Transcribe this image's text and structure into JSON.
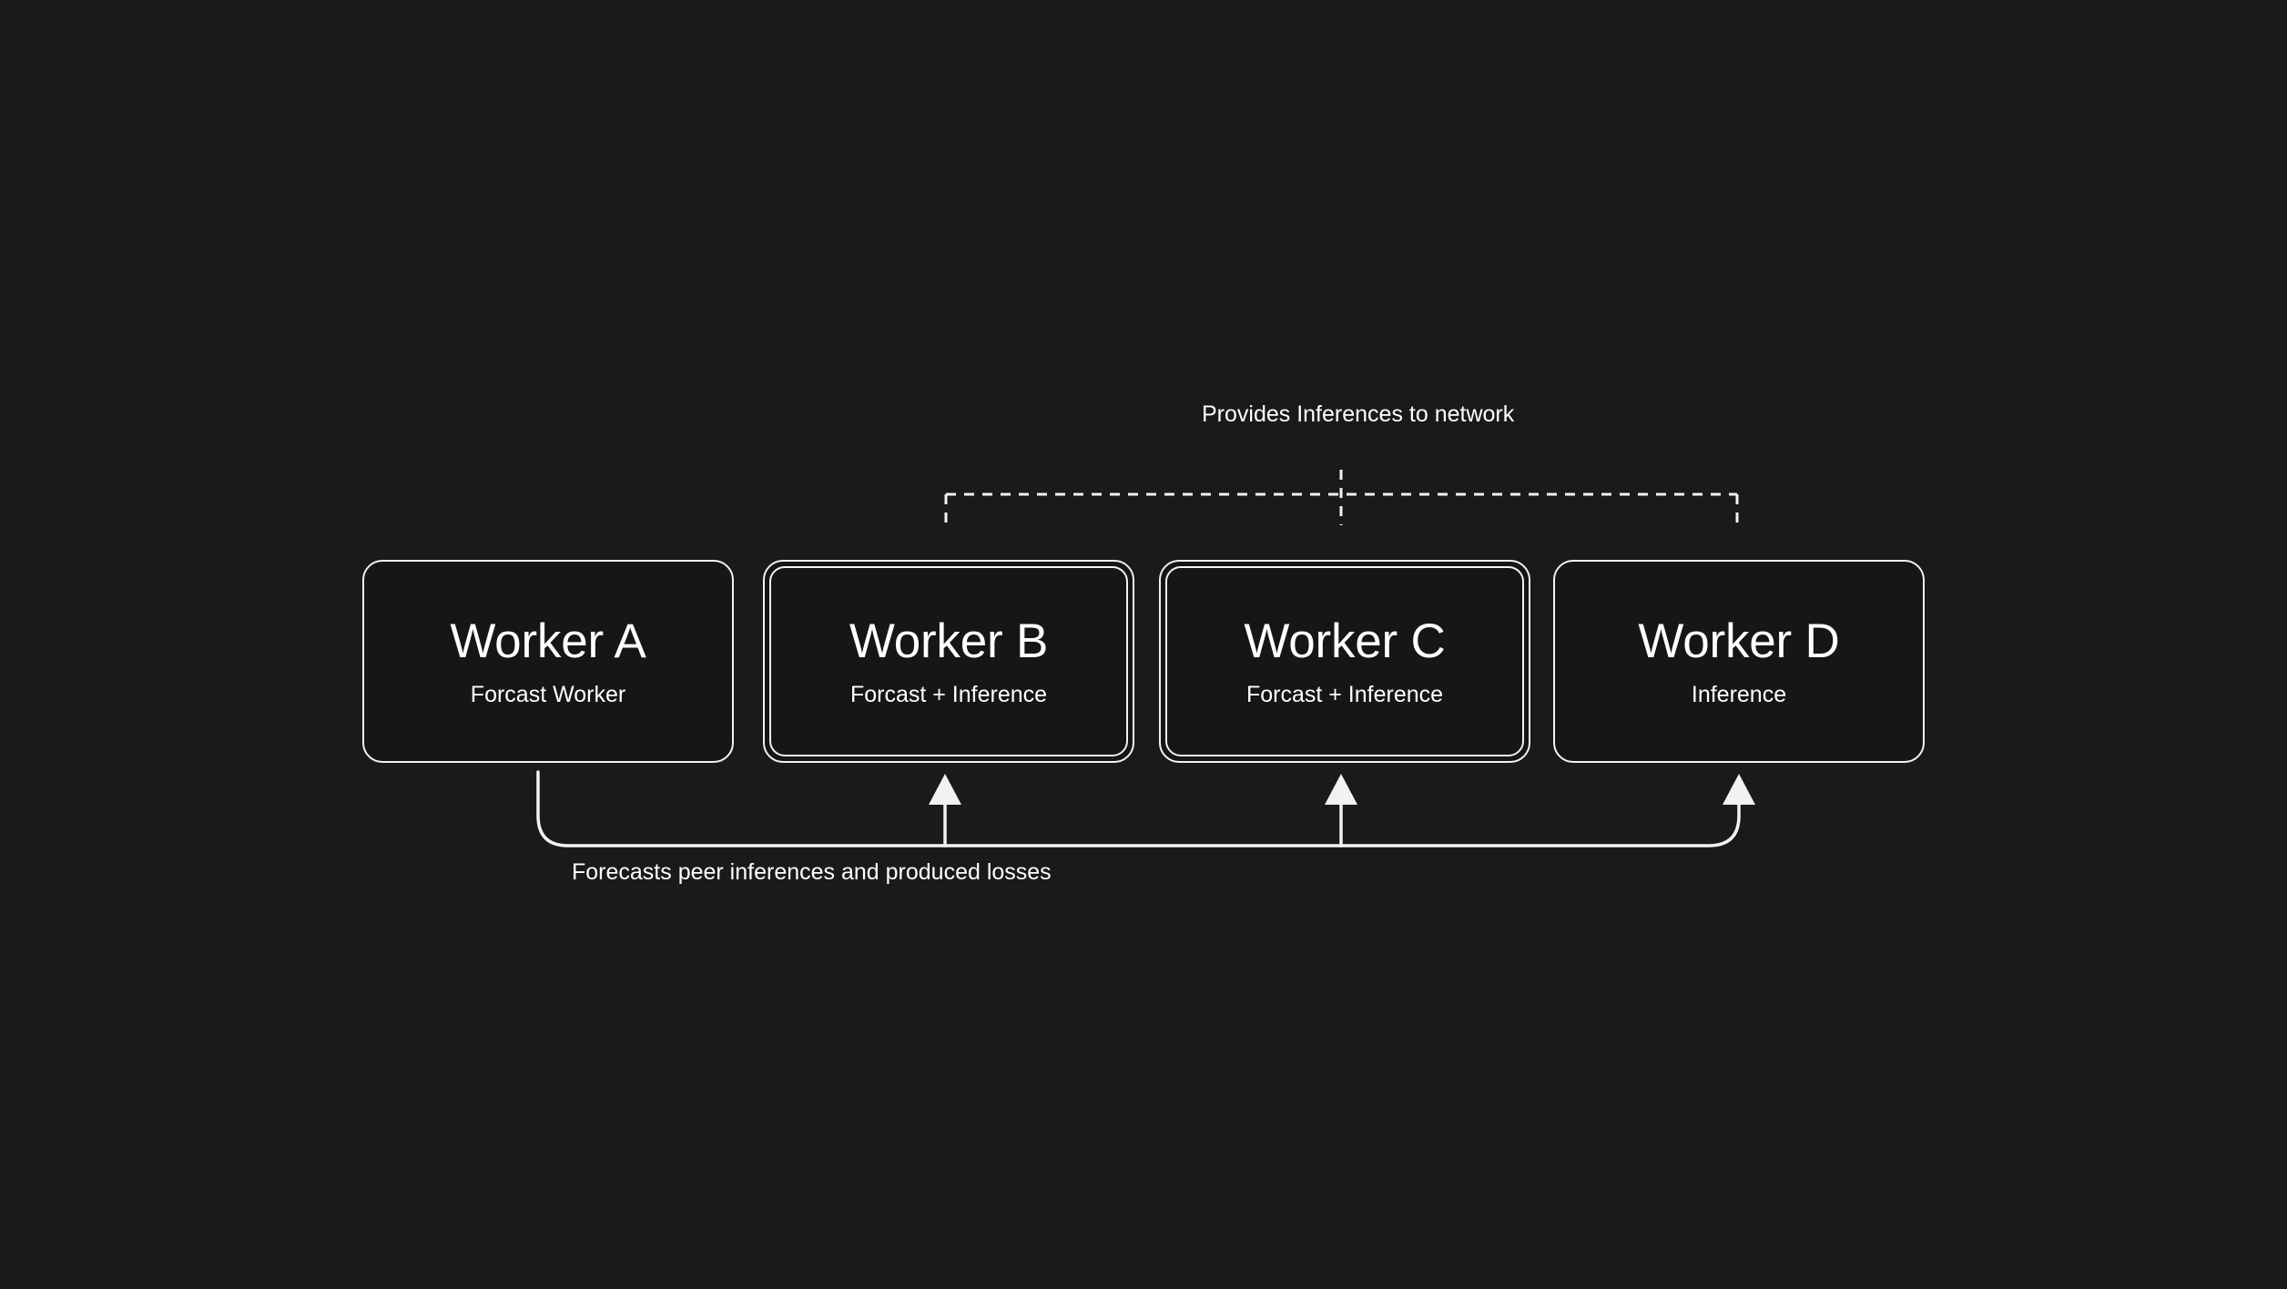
{
  "canvas": {
    "background_color": "#1a1a1a",
    "stroke_color": "#f2f2f2",
    "text_color": "#ffffff",
    "box_fill_color": "#161616"
  },
  "diagram": {
    "title_top": "Provides Inferences to network",
    "title_bottom": "Forecasts peer inferences and produced losses"
  },
  "workers": [
    {
      "id": "worker-a",
      "title": "Worker A",
      "subtitle": "Forcast Worker",
      "border_style": "single"
    },
    {
      "id": "worker-b",
      "title": "Worker B",
      "subtitle": "Forcast  + Inference",
      "border_style": "double"
    },
    {
      "id": "worker-c",
      "title": "Worker C",
      "subtitle": "Forcast  + Inference",
      "border_style": "double"
    },
    {
      "id": "worker-d",
      "title": "Worker D",
      "subtitle": "Inference",
      "border_style": "single"
    }
  ],
  "connectors": {
    "top_bracket": {
      "style": "dashed",
      "label": "Provides Inferences to network",
      "from": [
        "worker-b",
        "worker-c",
        "worker-d"
      ],
      "direction": "up-to-network"
    },
    "bottom_flow": {
      "style": "solid",
      "label": "Forecasts peer inferences and produced losses",
      "from": "worker-a",
      "to": [
        "worker-b",
        "worker-c",
        "worker-d"
      ],
      "arrow_heads": 3
    }
  }
}
